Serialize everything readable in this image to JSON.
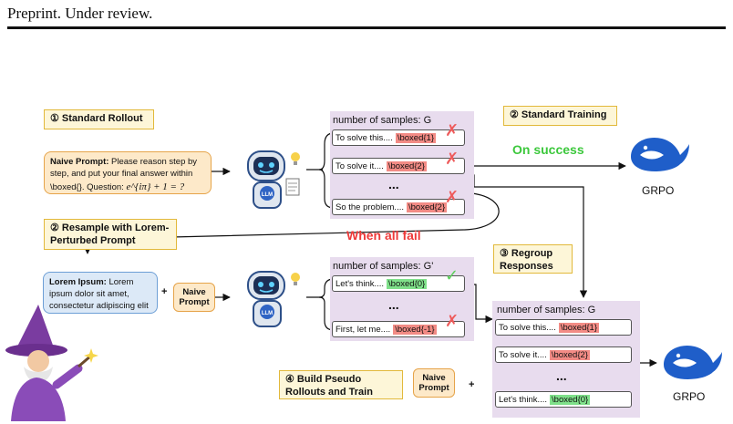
{
  "header": {
    "text": "Preprint. Under review."
  },
  "tags": {
    "standard_rollout": "① Standard Rollout",
    "standard_training": "② Standard Training",
    "resample_line1": "② Resample with Lorem-",
    "resample_line2": "Perturbed Prompt",
    "regroup_line1": "③ Regroup",
    "regroup_line2": "Responses",
    "build_line1": "④ Build Pseudo",
    "build_line2": "Rollouts and Train"
  },
  "naive_prompt": {
    "label": "Naive Prompt:",
    "text": " Please reason step by step, and put your final answer within \\boxed{}. Question: ",
    "math": "e^{iπ} + 1 = ?"
  },
  "lorem_prompt": {
    "label": "Lorem Ipsum:",
    "text": " Lorem ipsum dolor sit amet, consectetur adipiscing elit"
  },
  "naive_small": {
    "line1": "Naive",
    "line2": "Prompt"
  },
  "plus": "+",
  "outcomes": {
    "success": "On success",
    "fail": "When all fail"
  },
  "model": {
    "llm_badge": "LLM",
    "grpo_label": "GRPO"
  },
  "ellipsis": "...",
  "marks": {
    "cross": "✗",
    "check": "✓"
  },
  "panel1": {
    "title": "number of samples: G",
    "rows": [
      {
        "text": "To solve this....",
        "boxed": "\\boxed{1}"
      },
      {
        "text": "To solve it....",
        "boxed": "\\boxed{2}"
      },
      {
        "text": "So the problem....",
        "boxed": "\\boxed{2}"
      }
    ]
  },
  "panel2": {
    "title": "number of samples: G'",
    "rows": [
      {
        "text": "Let's think....",
        "boxed": "\\boxed{0}"
      },
      {
        "text": "First, let me....",
        "boxed": "\\boxed{-1}"
      }
    ]
  },
  "panel3": {
    "title": "number of samples: G",
    "rows": [
      {
        "text": "To solve this....",
        "boxed": "\\boxed{1}"
      },
      {
        "text": "To solve it....",
        "boxed": "\\boxed{2}"
      },
      {
        "text": "Let's think....",
        "boxed": "\\boxed{0}"
      }
    ]
  },
  "colors": {
    "panel": "#e8dcee",
    "tag_fill": "#fdf6d8",
    "prompt_fill": "#fde9c9",
    "lorem_fill": "#dce9f7",
    "wrong": "#f28b85",
    "correct": "#7fe08a",
    "success_text": "#3cc83c",
    "fail_text": "#ee3a3a",
    "whale": "#1f5ec9"
  }
}
